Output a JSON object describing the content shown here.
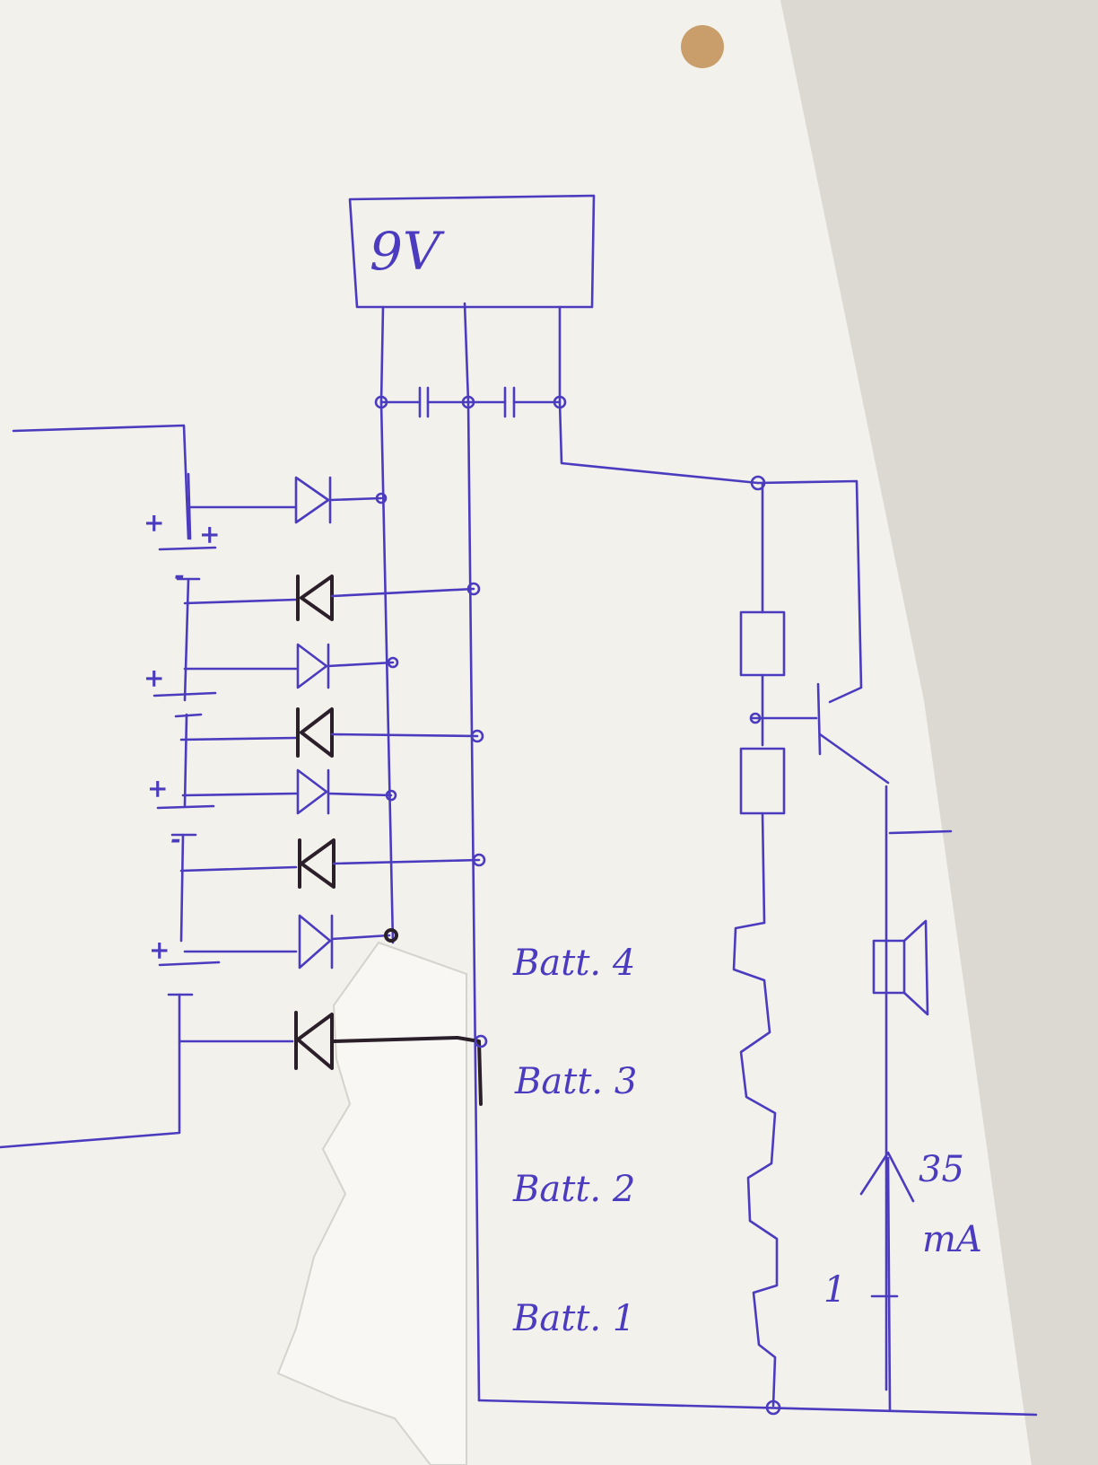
{
  "source_box": {
    "label": "9V"
  },
  "battery_labels": [
    "Batt. 4",
    "Batt. 3",
    "Batt. 2",
    "Batt. 1"
  ],
  "current_label": {
    "value": "35",
    "unit": "mA"
  },
  "meter_marker": "1",
  "polarity_plus": "+",
  "polarity_minus": "-",
  "colors": {
    "ink": "#4b3cbf",
    "dark_ink": "#2b1f2a",
    "paper": "#efede8",
    "tab": "#cfa06a"
  }
}
